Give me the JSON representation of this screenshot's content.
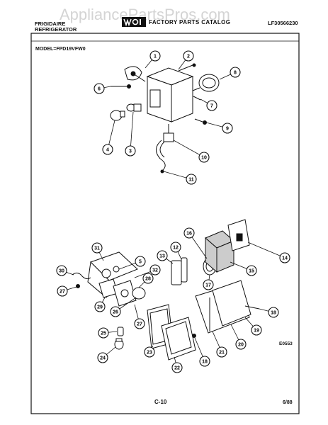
{
  "header": {
    "brand_line1": "FRIGIDAIRE",
    "brand_line2": "REFRIGERATOR",
    "catalog_title": "FACTORY PARTS CATALOG",
    "part_list_no": "LF30566230",
    "model_label": "MODEL=FPD19VFW0"
  },
  "watermark": "AppliancePartsPros.com",
  "footer": {
    "page_number": "C-10",
    "date_code": "6/88"
  },
  "drawing_code": "E0553",
  "callouts": [
    "1",
    "2",
    "3",
    "4",
    "5",
    "6",
    "7",
    "8",
    "9",
    "10",
    "11",
    "12",
    "13",
    "14",
    "15",
    "16",
    "17",
    "18",
    "19",
    "20",
    "21",
    "22",
    "23",
    "24",
    "25",
    "26",
    "27",
    "28",
    "29",
    "30",
    "31",
    "32"
  ]
}
